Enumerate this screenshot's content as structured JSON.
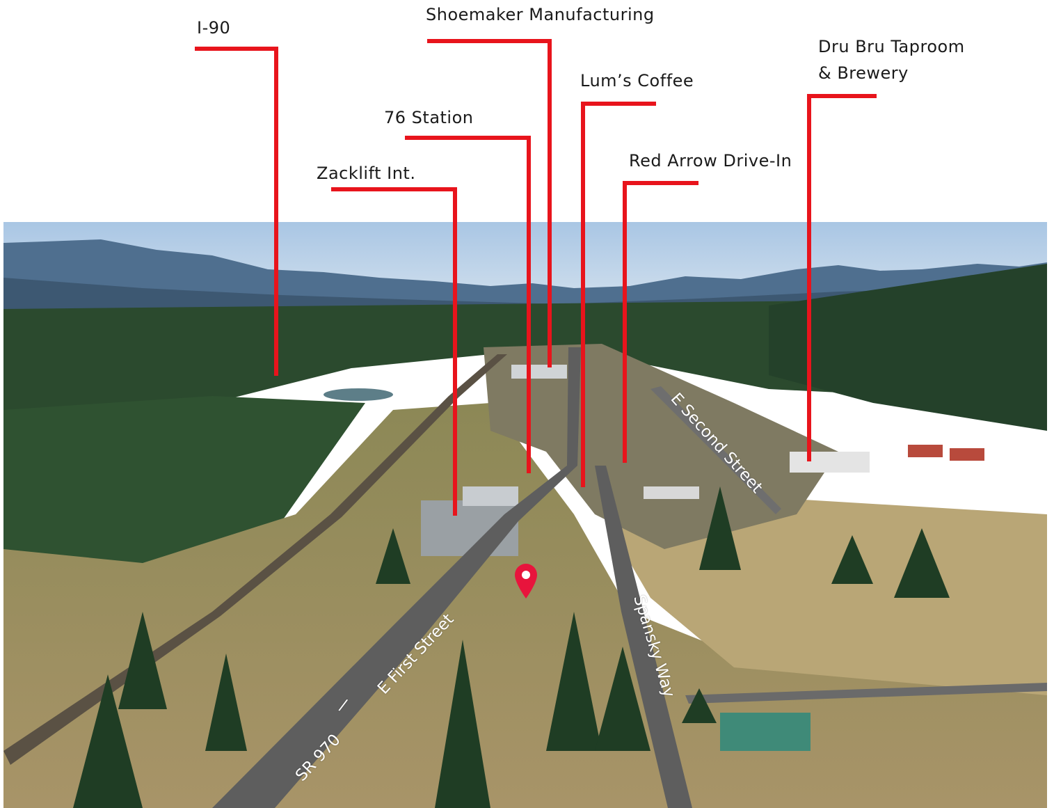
{
  "callouts": {
    "i90": "I-90",
    "shoemaker": "Shoemaker Manufacturing",
    "lums": "Lum’s Coffee",
    "station76": "76 Station",
    "drubru_line1": "Dru Bru Taproom",
    "drubru_line2": "& Brewery",
    "zacklift": "Zacklift Int.",
    "red_arrow": "Red Arrow Drive-In"
  },
  "roads": {
    "e_first": "E First Street",
    "sr970": "SR 970",
    "separator": "/",
    "e_second": "E Second Street",
    "spansky": "Spansky Way"
  },
  "colors": {
    "leader": "#e8141c",
    "pin": "#e8143c",
    "callout_text": "#1a1a1a",
    "road_text": "#ffffff"
  },
  "icons": {
    "pin": "location-pin-icon"
  }
}
